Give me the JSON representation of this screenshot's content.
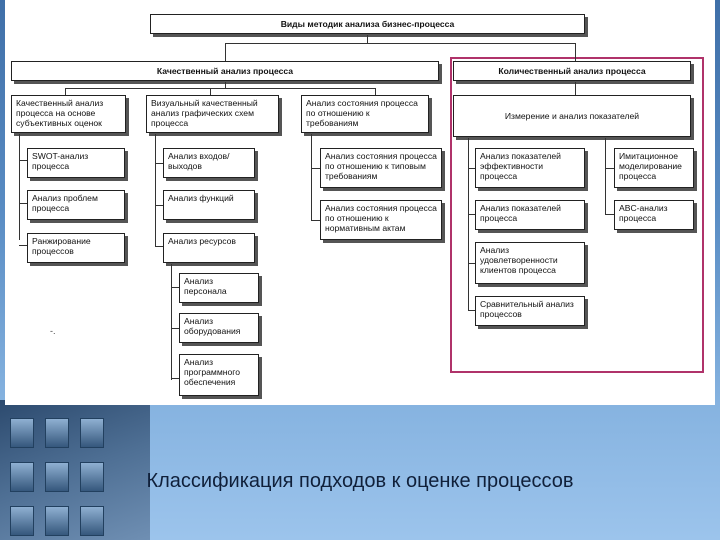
{
  "root": "Виды методик анализа бизнес-процесса",
  "qualitative": {
    "title": "Качественный анализ процесса",
    "col1_head": "Качественный анализ процесса на основе субъективных оценок",
    "col1_items": [
      "SWOT-анализ процесса",
      "Анализ проблем процесса",
      "Ранжирование процессов"
    ],
    "col2_head": "Визуальный качественный анализ графических схем процесса",
    "col2_items": [
      "Анализ входов/выходов",
      "Анализ функций",
      "Анализ ресурсов"
    ],
    "col2_sub": [
      "Анализ персонала",
      "Анализ оборудования",
      "Анализ программного обеспечения"
    ],
    "col3_head": "Анализ состояния процесса по отношению к требованиям",
    "col3_items": [
      "Анализ состояния процесса по отношению к типовым требованиям",
      "Анализ состояния процесса по отношению к нормативным актам"
    ]
  },
  "quantitative": {
    "title": "Количественный анализ процесса",
    "head": "Измерение и анализ показателей",
    "left_items": [
      "Анализ показателей эффективности процесса",
      "Анализ показателей процесса",
      "Анализ удовлетворенности клиентов процесса",
      "Сравнительный анализ процессов"
    ],
    "right_items": [
      "Имитационное моделирование процесса",
      "ABC-анализ процесса"
    ]
  },
  "stray_mark": "-.",
  "caption": "Классификация подходов к оценке процессов",
  "colors": {
    "highlight": "#b0336a"
  }
}
